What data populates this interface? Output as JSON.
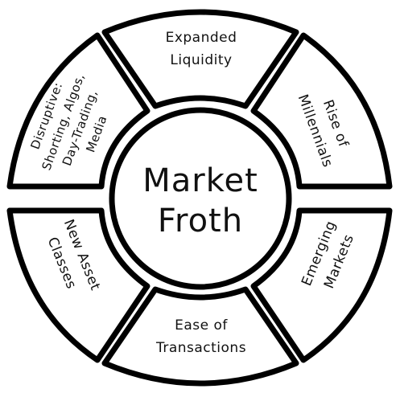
{
  "diagram": {
    "center": {
      "lines": [
        "Market",
        "Froth"
      ]
    },
    "segments": [
      {
        "id": "expanded-liquidity",
        "lines": [
          "Expanded",
          "Liquidity"
        ]
      },
      {
        "id": "rise-of-millennials",
        "lines": [
          "Rise of",
          "Millennials"
        ]
      },
      {
        "id": "emerging-markets",
        "lines": [
          "Emerging",
          "Markets"
        ]
      },
      {
        "id": "ease-of-transactions",
        "lines": [
          "Ease of",
          "Transactions"
        ]
      },
      {
        "id": "new-asset-classes",
        "lines": [
          "New Asset",
          "Classes"
        ]
      },
      {
        "id": "disruptive",
        "lines": [
          "Disruptive:",
          "Shorting, Algos,",
          "Day-Trading,",
          "Media"
        ]
      }
    ]
  }
}
